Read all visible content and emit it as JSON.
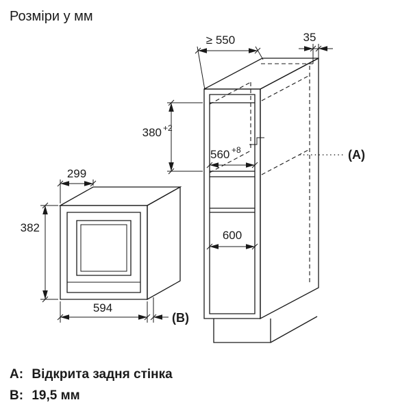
{
  "title": "Розміри у мм",
  "cabinet": {
    "depth_min": "≥ 550",
    "back_gap": "35",
    "niche_height": "380",
    "niche_height_tolerance": "+2",
    "niche_width": "560",
    "niche_width_tolerance": "+8",
    "width": "600",
    "callout_a": "(A)"
  },
  "appliance": {
    "depth": "299",
    "height": "382",
    "width": "594",
    "callout_b": "(B)"
  },
  "notes": {
    "a_key": "A:",
    "a_value": "Відкрита задня стінка",
    "b_key": "B:",
    "b_value": "19,5 мм"
  },
  "colors": {
    "line": "#1a1a1a",
    "background": "#ffffff"
  }
}
